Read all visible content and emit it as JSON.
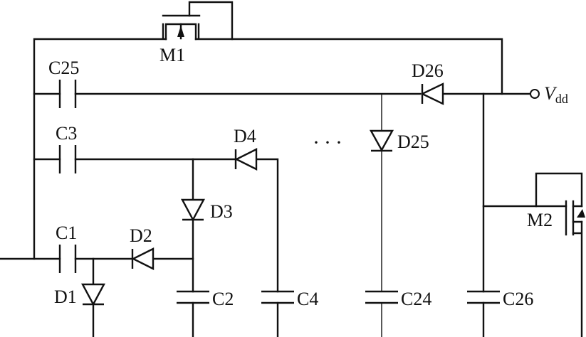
{
  "labels": {
    "m1": "M1",
    "m2": "M2",
    "c1": "C1",
    "c2": "C2",
    "c3": "C3",
    "c4": "C4",
    "c24": "C24",
    "c25": "C25",
    "c26": "C26",
    "d1": "D1",
    "d2": "D2",
    "d3": "D3",
    "d4": "D4",
    "d25": "D25",
    "d26": "D26",
    "vdd_main": "V",
    "vdd_sub": "dd",
    "ellipsis": "···"
  }
}
